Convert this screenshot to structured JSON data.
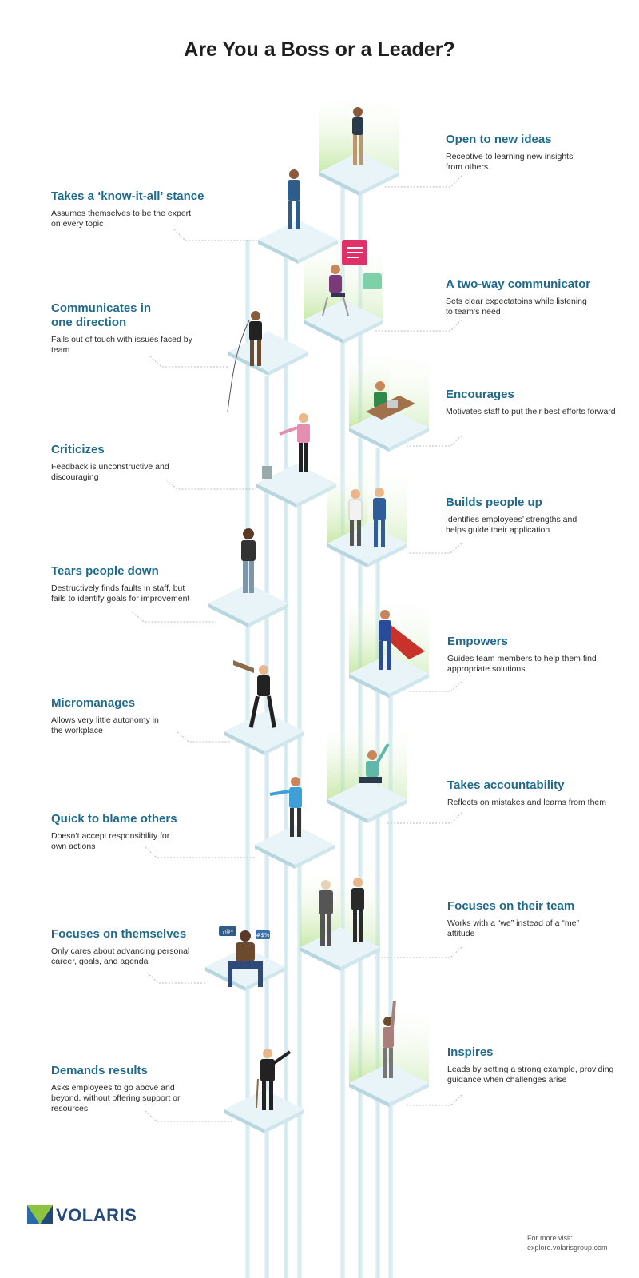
{
  "title": "Are You a Boss or a Leader?",
  "boss": [
    {
      "heading": "Takes a ‘know-it-all’ stance",
      "desc": "Assumes themselves to be the expert on every topic"
    },
    {
      "heading": "Communicates in one direction",
      "desc": "Falls out of touch with issues faced by team"
    },
    {
      "heading": "Criticizes",
      "desc": "Feedback is unconstructive and discouraging"
    },
    {
      "heading": "Tears people down",
      "desc": "Destructively finds faults in staff, but fails to identify goals for improvement"
    },
    {
      "heading": "Micromanages",
      "desc": "Allows very little autonomy in the workplace"
    },
    {
      "heading": "Quick to blame others",
      "desc": "Doesn’t accept responsibility for own actions"
    },
    {
      "heading": "Focuses on themselves",
      "desc": "Only cares about advancing personal career, goals, and agenda"
    },
    {
      "heading": "Demands results",
      "desc": "Asks employees to go above and beyond, without offering support or resources"
    }
  ],
  "leader": [
    {
      "heading": "Open to new ideas",
      "desc": "Receptive to learning new insights from others."
    },
    {
      "heading": "A two-way communicator",
      "desc": "Sets clear expectatoins while listening to team’s need"
    },
    {
      "heading": "Encourages",
      "desc": "Motivates staff to put their best efforts forward"
    },
    {
      "heading": "Builds people up",
      "desc": "Identifies employees’ strengths and helps guide their application"
    },
    {
      "heading": "Empowers",
      "desc": "Guides team members to help them find appropriate solutions"
    },
    {
      "heading": "Takes accountability",
      "desc": "Reflects on mistakes and learns from them"
    },
    {
      "heading": "Focuses on their team",
      "desc": "Works with a “we” instead of a “me” attitude"
    },
    {
      "heading": "Inspires",
      "desc": "Leads by setting a strong example, providing guidance when challenges arise"
    }
  ],
  "bubbles": {
    "left": "?@*",
    "right": "#$%"
  },
  "logo": {
    "name": "VOLARIS"
  },
  "visit": {
    "label": "For more visit:",
    "url": "explore.volarisgroup.com"
  },
  "colors": {
    "heading": "#1f6a8c",
    "platform": "#d3eaf0",
    "pillar": "#e0f0f5",
    "leader_glow": "#9fd86a",
    "dots": "#b9b9b9"
  }
}
